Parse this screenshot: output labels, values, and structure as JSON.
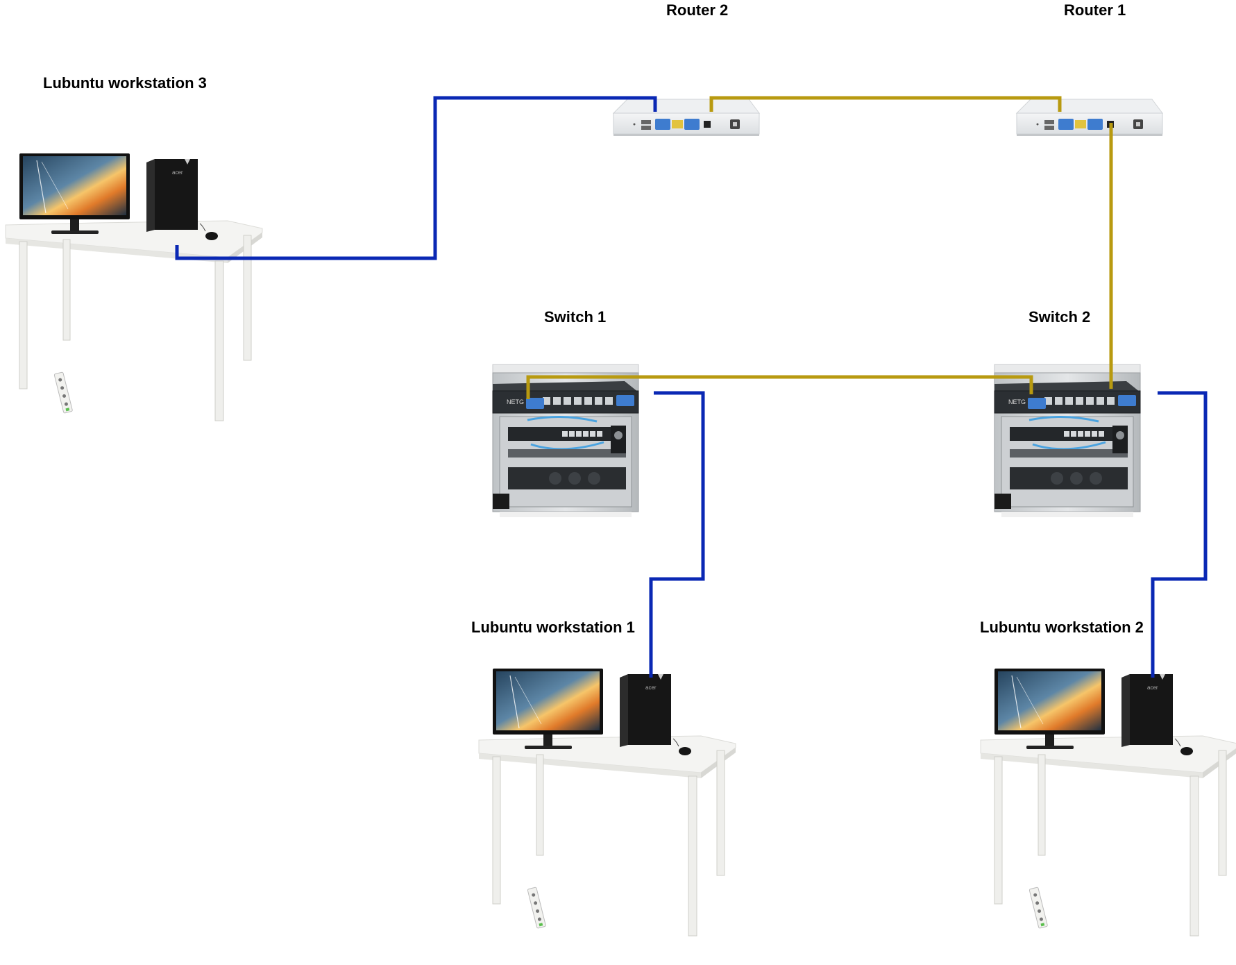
{
  "labels": {
    "router2": "Router 2",
    "router1": "Router 1",
    "switch1": "Switch 1",
    "switch2": "Switch 2",
    "ws1": "Lubuntu workstation 1",
    "ws2": "Lubuntu workstation 2",
    "ws3": "Lubuntu workstation 3"
  },
  "colors": {
    "cable_blue": "#0a28b4",
    "cable_gold": "#b89a10"
  }
}
